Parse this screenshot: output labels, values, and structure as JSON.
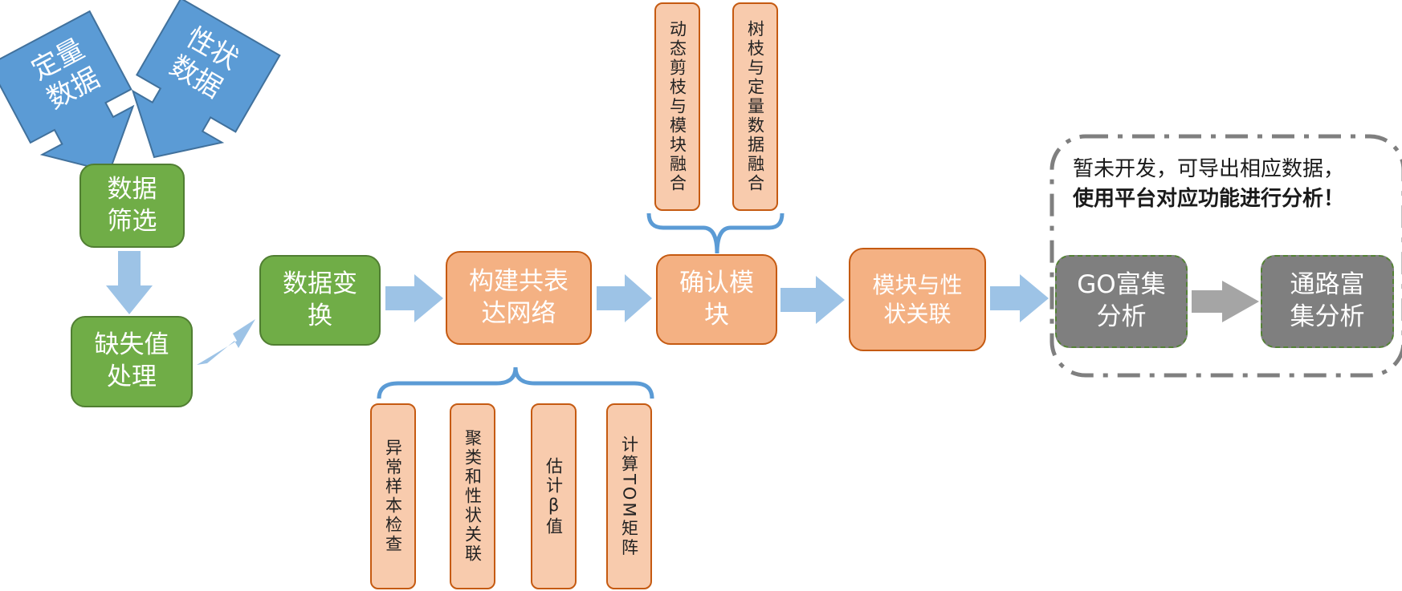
{
  "inputs": [
    {
      "text": "定量\n数据"
    },
    {
      "text": "性状\n数据"
    }
  ],
  "steps": {
    "data_filter": "数据\n筛选",
    "missing_value": "缺失值\n处理",
    "data_transform": "数据变\n换",
    "build_network": "构建共表\n达网络",
    "confirm_module": "确认模\n块",
    "module_trait": "模块与性\n状关联",
    "go_enrichment": "GO富集\n分析",
    "pathway_enrichment": "通路富\n集分析"
  },
  "network_substeps": [
    "异常样本检查",
    "聚类和性状关联",
    "估计β值",
    "计算TOM矩阵"
  ],
  "module_substeps": [
    "动态剪枝与模块融合",
    "树枝与定量数据融合"
  ],
  "note": {
    "line1": "暂未开发，可导出相应数据，",
    "line2": "使用平台对应功能进行分析！"
  },
  "colors": {
    "input_blue": "#5b9bd5",
    "arrow_blue": "#9dc3e6",
    "step_green": "#70ad47",
    "step_orange": "#f4b183",
    "substep_orange": "#f8cbad",
    "disabled_grey": "#7f7f7f",
    "dashed_border": "#7f7f7f"
  }
}
